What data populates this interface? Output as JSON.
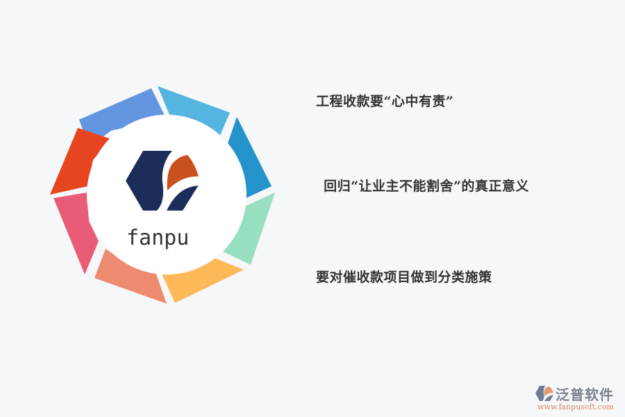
{
  "diagram": {
    "center": {
      "brand_text": "fanpu",
      "logo_icon": "fanpu-hexagon-logo",
      "logo_colors": {
        "navy": "#1c2d5a",
        "orange": "#c8511e"
      }
    },
    "segments": [
      {
        "position": "top-left",
        "color": "#6396e0"
      },
      {
        "position": "top-right",
        "color": "#56b4e0"
      },
      {
        "position": "right-upper",
        "color": "#2493cc"
      },
      {
        "position": "right-lower",
        "color": "#98dfc2"
      },
      {
        "position": "bottom-right",
        "color": "#fdb858"
      },
      {
        "position": "bottom-left",
        "color": "#ee8a70"
      },
      {
        "position": "left-lower",
        "color": "#e85c78"
      },
      {
        "position": "left-upper",
        "color": "#e6451f"
      }
    ],
    "points": [
      {
        "text": "工程收款要“心中有责”"
      },
      {
        "text": "回归“让业主不能割舍”的真正意义"
      },
      {
        "text": "要对催收款项目做到分类施策"
      }
    ]
  },
  "watermark": {
    "name": "泛普软件",
    "url": "www.fanpusoft.com",
    "icon": "fanpu-logo-icon"
  }
}
